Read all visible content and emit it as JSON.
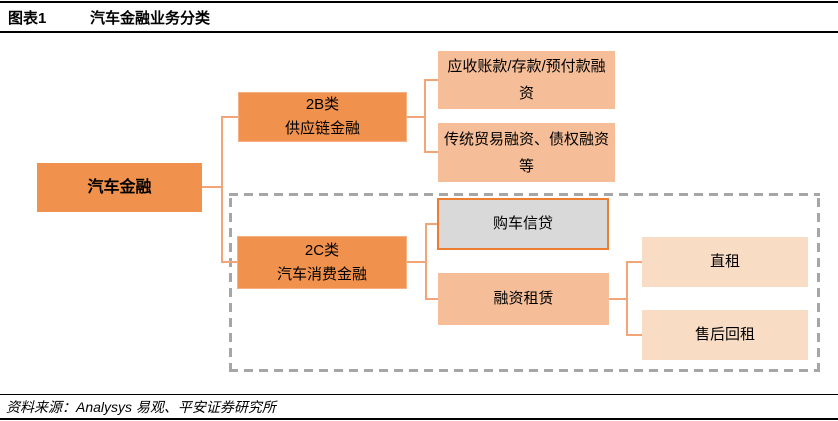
{
  "header": {
    "figure_label": "图表1",
    "title": "汽车金融业务分类"
  },
  "footer": {
    "source": "资料来源：Analysys 易观、平安证券研究所"
  },
  "colors": {
    "primary_orange": "#F0914D",
    "branch_border": "#F5B183",
    "mid_orange": "#F5BE98",
    "light_orange": "#F9DCC4",
    "gray_fill": "#D9D9D9",
    "accent_border": "#ED7D31",
    "connector": "#F2A577",
    "dashed_border": "#A6A6A6"
  },
  "diagram": {
    "root": {
      "label": "汽车金融"
    },
    "branch_2b": {
      "line1": "2B类",
      "line2": "供应链金融"
    },
    "branch_2c": {
      "line1": "2C类",
      "line2": "汽车消费金融"
    },
    "leaf_receivables": {
      "label": "应收账款/存款/预付款融资"
    },
    "leaf_trade": {
      "label": "传统贸易融资、债权融资等"
    },
    "leaf_credit": {
      "label": "购车信贷"
    },
    "leaf_leasing": {
      "label": "融资租赁"
    },
    "leaf_direct": {
      "label": "直租"
    },
    "leaf_leaseback": {
      "label": "售后回租"
    }
  }
}
